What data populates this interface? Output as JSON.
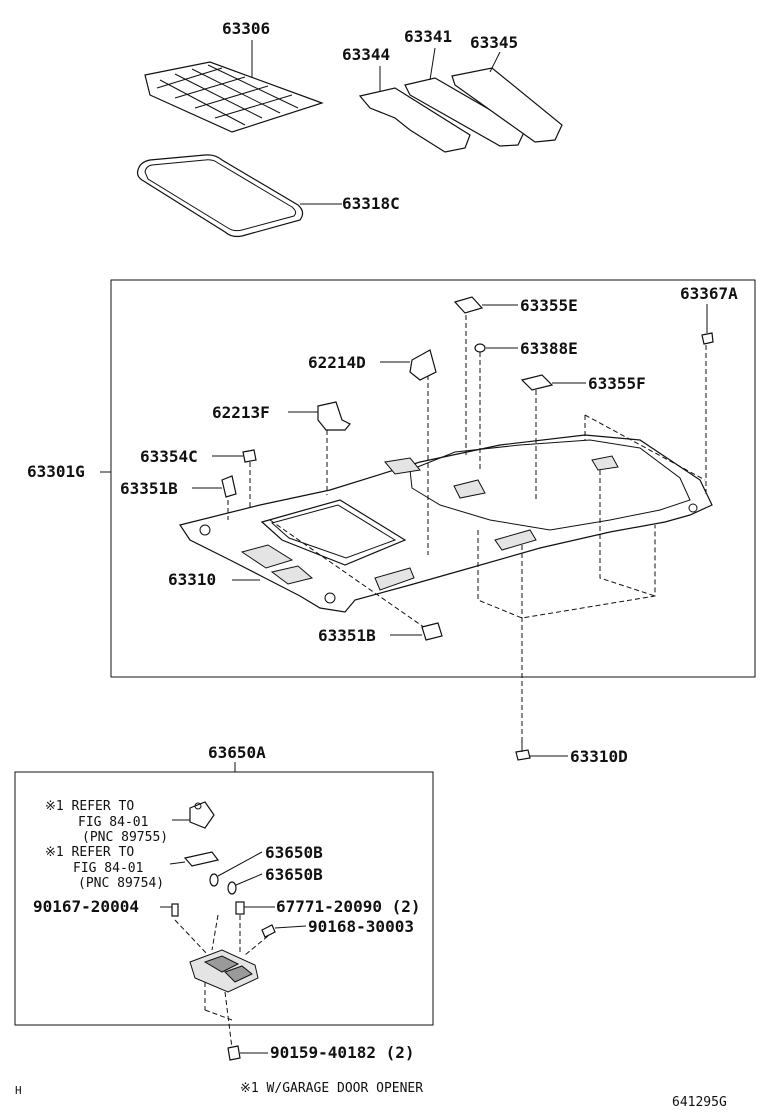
{
  "labels": {
    "p63306": "63306",
    "p63344": "63344",
    "p63341": "63341",
    "p63345": "63345",
    "p63318C": "63318C",
    "p63355E": "63355E",
    "p63367A": "63367A",
    "p63388E": "63388E",
    "p62214D": "62214D",
    "p63355F": "63355F",
    "p62213F": "62213F",
    "p63354C": "63354C",
    "p63301G": "63301G",
    "p63351B_top": "63351B",
    "p63310": "63310",
    "p63351B_bottom": "63351B",
    "p63310D": "63310D",
    "p63650A": "63650A",
    "p63650B_1": "63650B",
    "p63650B_2": "63650B",
    "p90167": "90167-20004",
    "p67771": "67771-20090 (2)",
    "p90168": "90168-30003",
    "p90159": "90159-40182 (2)"
  },
  "notes": {
    "ref1_line1": "※1 REFER TO",
    "ref1_line2": "FIG 84-01",
    "ref1_line3": "(PNC 89755)",
    "ref2_line1": "※1 REFER TO",
    "ref2_line2": "FIG 84-01",
    "ref2_line3": "(PNC 89754)",
    "footnote": "※1 W/GARAGE DOOR OPENER",
    "corner_mark": "H",
    "figure_code": "641295G"
  }
}
